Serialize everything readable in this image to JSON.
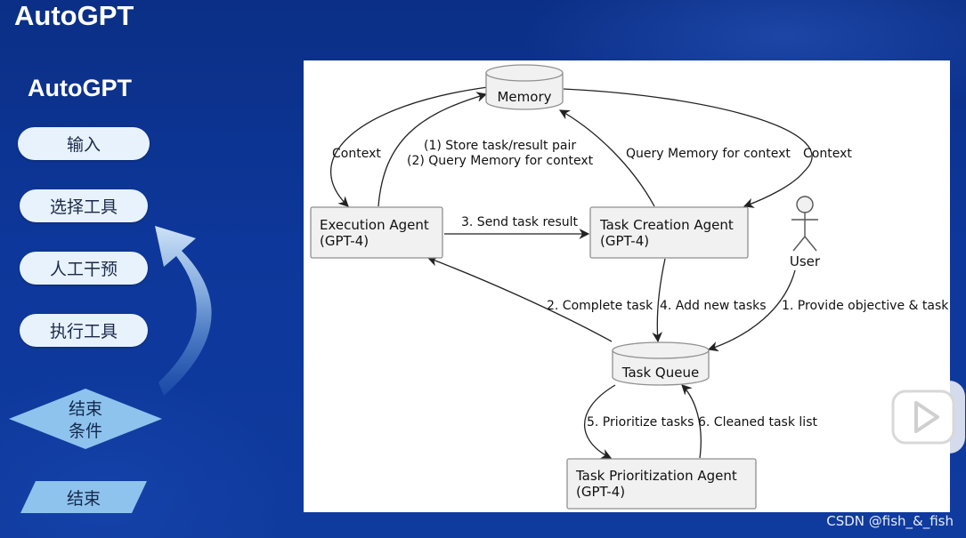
{
  "slide": {
    "title": "AutoGPT",
    "subtitle": "AutoGPT",
    "watermark": "CSDN @fish_&_fish"
  },
  "flow": {
    "input_label": "输入",
    "select_tool_label": "选择工具",
    "human_intervention_label": "人工干预",
    "execute_tool_label": "执行工具",
    "end_condition_line1": "结束",
    "end_condition_line2": "条件",
    "end_label": "结束"
  },
  "diagram": {
    "memory": "Memory",
    "execution_agent_line1": "Execution Agent",
    "execution_agent_line2": "(GPT-4)",
    "task_creation_agent_line1": "Task Creation Agent",
    "task_creation_agent_line2": "(GPT-4)",
    "user": "User",
    "task_queue": "Task Queue",
    "task_prioritization_agent_line1": "Task Prioritization Agent",
    "task_prioritization_agent_line2": "(GPT-4)",
    "edge_context_left": "Context",
    "edge_store_line1": "(1) Store task/result pair",
    "edge_store_line2": "(2) Query Memory for context",
    "edge_query_memory": "Query Memory for context",
    "edge_context_right": "Context",
    "edge_send_result": "3. Send task result",
    "edge_complete_task": "2. Complete task",
    "edge_add_tasks": "4. Add new tasks",
    "edge_provide_objective": "1. Provide objective & task",
    "edge_prioritize": "5. Prioritize tasks",
    "edge_cleaned_list": "6. Cleaned task list"
  },
  "colors": {
    "background": "#0d379a",
    "pill_fill": "#e8f2fc",
    "diamond_fill": "#8ec3ee",
    "node_fill": "#f1f1f1",
    "node_stroke": "#8f8f8f",
    "edge": "#222222"
  },
  "icons": {
    "loop_arrow": "curved-arrow-icon",
    "user": "stick-figure-icon",
    "player": "play-icon"
  }
}
